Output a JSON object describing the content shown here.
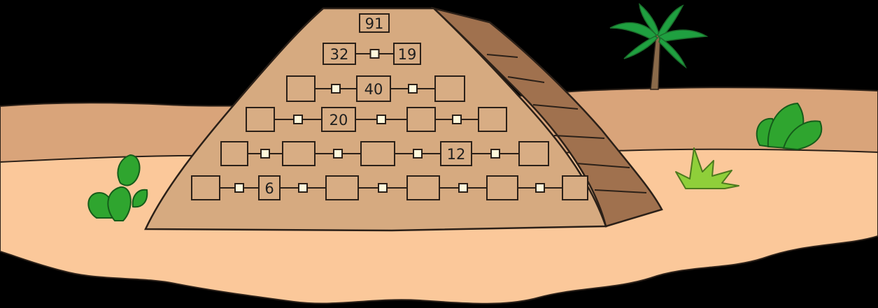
{
  "puzzle": {
    "rows": [
      {
        "cells": [
          "91"
        ]
      },
      {
        "cells": [
          "32",
          "19"
        ]
      },
      {
        "cells": [
          "",
          "40",
          ""
        ]
      },
      {
        "cells": [
          "",
          "20",
          "",
          ""
        ]
      },
      {
        "cells": [
          "",
          "",
          "",
          "12",
          ""
        ]
      },
      {
        "cells": [
          "",
          "6",
          "",
          "",
          "",
          ""
        ]
      }
    ]
  },
  "colors": {
    "background": "#000000",
    "sand_back": "#d9a47a",
    "sand_front": "#fbc89a",
    "pyramid_face": "#d6aa80",
    "pyramid_side": "#a0714e",
    "outline": "#2b2018",
    "cell_fill": "#d8ad84",
    "connector_fill": "#fff9dc",
    "plant_green": "#2fa52f",
    "grass_green": "#8fcf3a",
    "palm_green": "#1fa040",
    "trunk": "#8a6a4a"
  }
}
